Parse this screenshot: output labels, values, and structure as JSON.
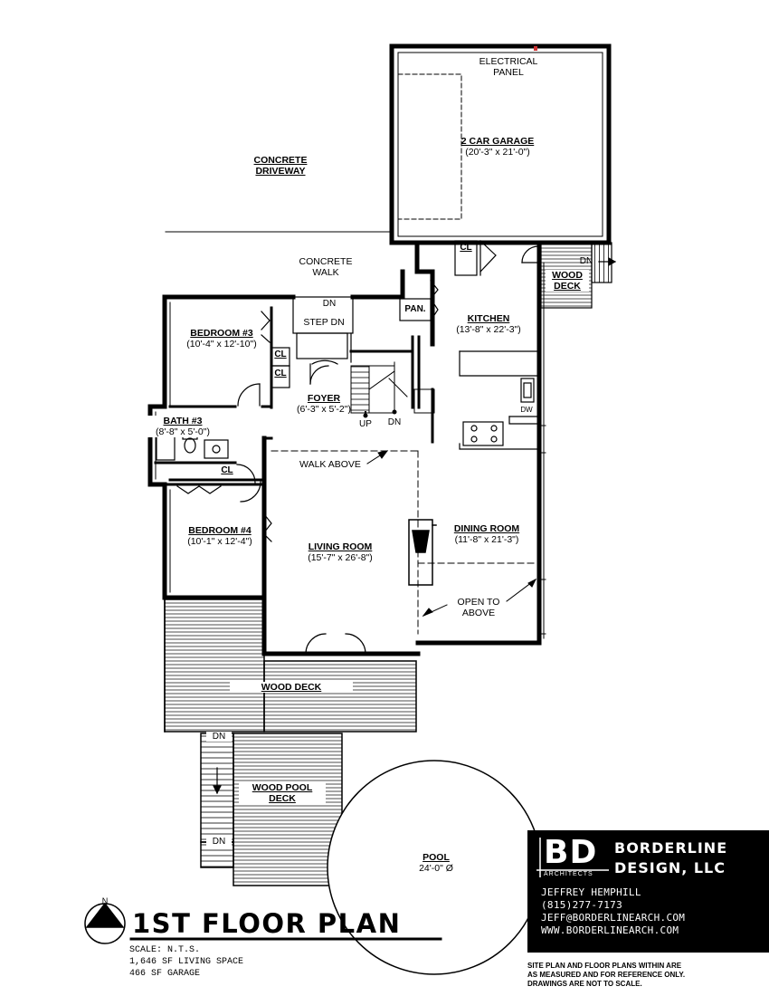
{
  "rooms": {
    "garage": {
      "name": "2 CAR GARAGE",
      "dims": "(20'-3\" x 21'-0\")"
    },
    "kitchen": {
      "name": "KITCHEN",
      "dims": "(13'-8\" x 22'-3\")"
    },
    "bedroom3": {
      "name": "BEDROOM #3",
      "dims": "(10'-4\" x 12'-10\")"
    },
    "bath3": {
      "name": "BATH #3",
      "dims": "(8'-8\" x 5'-0\")"
    },
    "foyer": {
      "name": "FOYER",
      "dims": "(6'-3\" x 5'-2\")"
    },
    "bedroom4": {
      "name": "BEDROOM #4",
      "dims": "(10'-1\" x 12'-4\")"
    },
    "living": {
      "name": "LIVING ROOM",
      "dims": "(15'-7\" x 26'-8\")"
    },
    "dining": {
      "name": "DINING ROOM",
      "dims": "(11'-8\" x 21'-3\")"
    },
    "pool": {
      "name": "POOL",
      "dims": "24'-0\" Ø"
    }
  },
  "labels": {
    "electrical_panel": [
      "ELECTRICAL",
      "PANEL"
    ],
    "driveway": [
      "CONCRETE",
      "DRIVEWAY"
    ],
    "concrete_walk": [
      "CONCRETE",
      "WALK"
    ],
    "step_dn": "STEP DN",
    "walk_dn": "DN",
    "cl": "CL",
    "pan": "PAN.",
    "dw": "DW",
    "wood_deck_small": [
      "WOOD",
      "DECK"
    ],
    "deck_dn": "DN",
    "up": "UP",
    "dn": "DN",
    "walk_above": "WALK ABOVE",
    "open_to_above": [
      "OPEN TO",
      "ABOVE"
    ],
    "wood_deck": "WOOD DECK",
    "wood_pool_deck": [
      "WOOD POOL",
      "DECK"
    ],
    "north": "N"
  },
  "title": {
    "name": "1ST FLOOR PLAN",
    "info": [
      "SCALE: N.T.S.",
      "1,646 SF LIVING SPACE",
      "466 SF GARAGE"
    ]
  },
  "titleblock": {
    "logo": "BD",
    "sub": "ARCHITECTS",
    "firm": [
      "BORDERLINE",
      "DESIGN, LLC"
    ],
    "contact": [
      "JEFFREY HEMPHILL",
      "(815)277-7173",
      "JEFF@BORDERLINEARCH.COM",
      "WWW.BORDERLINEARCH.COM"
    ],
    "disclaimer": [
      "SITE PLAN AND FLOOR PLANS WITHIN ARE",
      "AS MEASURED AND FOR REFERENCE ONLY.",
      "DRAWINGS ARE NOT TO SCALE."
    ]
  }
}
